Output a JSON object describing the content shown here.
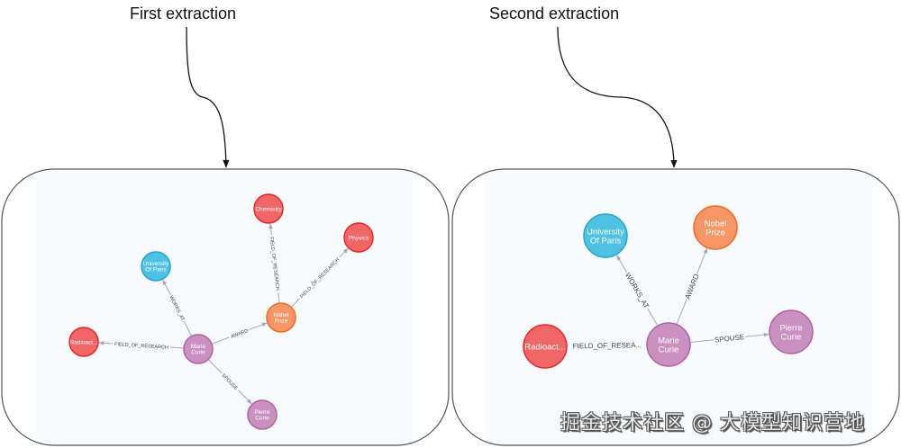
{
  "titles": {
    "first": "First extraction",
    "second": "Second extraction"
  },
  "watermark": "掘金技术社区 @ 大模型知识营地",
  "colors": {
    "person": "#c990c0",
    "person_border": "#b261a5",
    "organization": "#4fc1e2",
    "organization_border": "#23a5cf",
    "award": "#f79767",
    "award_border": "#f36924",
    "field": "#f16667",
    "field_border": "#eb2728",
    "edge": "#a5abb6",
    "panel_bg": "#f7fbfe",
    "frame": "#555555"
  },
  "graphs": [
    {
      "id": "first",
      "nodes": [
        {
          "id": "marie",
          "label": [
            "Marie",
            "Curie"
          ],
          "type": "person"
        },
        {
          "id": "univ",
          "label": [
            "University",
            "Of Paris"
          ],
          "type": "organization"
        },
        {
          "id": "nobel",
          "label": [
            "Nobel",
            "Prize"
          ],
          "type": "award"
        },
        {
          "id": "chem",
          "label": [
            "Chemistry"
          ],
          "type": "field"
        },
        {
          "id": "phys",
          "label": [
            "Physics"
          ],
          "type": "field"
        },
        {
          "id": "radio",
          "label": [
            "Radioact..."
          ],
          "type": "field"
        },
        {
          "id": "pierre",
          "label": [
            "Pierre",
            "Curie"
          ],
          "type": "person"
        }
      ],
      "edges": [
        {
          "from": "marie",
          "to": "univ",
          "label": "WORKS_AT"
        },
        {
          "from": "marie",
          "to": "nobel",
          "label": "AWARD"
        },
        {
          "from": "marie",
          "to": "radio",
          "label": "FIELD_OF_RESEARCH"
        },
        {
          "from": "marie",
          "to": "pierre",
          "label": "SPOUSE"
        },
        {
          "from": "nobel",
          "to": "chem",
          "label": "FIELD_OF_RESEARCH"
        },
        {
          "from": "nobel",
          "to": "phys",
          "label": "FIELD_OF_RESEARCH"
        }
      ]
    },
    {
      "id": "second",
      "nodes": [
        {
          "id": "marie",
          "label": [
            "Marie",
            "Curie"
          ],
          "type": "person"
        },
        {
          "id": "univ",
          "label": [
            "University",
            "Of Paris"
          ],
          "type": "organization"
        },
        {
          "id": "nobel",
          "label": [
            "Nobel",
            "Prize"
          ],
          "type": "award"
        },
        {
          "id": "radio",
          "label": [
            "Radioact..."
          ],
          "type": "field"
        },
        {
          "id": "pierre",
          "label": [
            "Pierre",
            "Curie"
          ],
          "type": "person"
        }
      ],
      "edges": [
        {
          "from": "marie",
          "to": "univ",
          "label": "WORKS_AT"
        },
        {
          "from": "marie",
          "to": "nobel",
          "label": "AWARD"
        },
        {
          "from": "marie",
          "to": "radio",
          "label": "FIELD_OF_RESEA..."
        },
        {
          "from": "marie",
          "to": "pierre",
          "label": "SPOUSE"
        }
      ]
    }
  ]
}
